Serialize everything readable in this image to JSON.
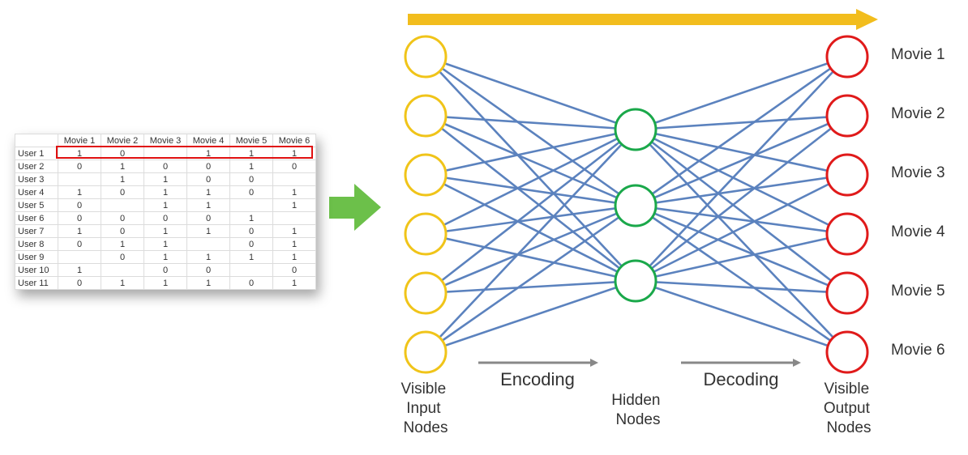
{
  "table": {
    "columns": [
      "Movie 1",
      "Movie 2",
      "Movie 3",
      "Movie 4",
      "Movie 5",
      "Movie 6"
    ],
    "rows": [
      {
        "label": "User 1",
        "values": [
          "1",
          "0",
          "",
          "1",
          "1",
          "1"
        ]
      },
      {
        "label": "User 2",
        "values": [
          "0",
          "1",
          "0",
          "0",
          "1",
          "0"
        ]
      },
      {
        "label": "User 3",
        "values": [
          "",
          "1",
          "1",
          "0",
          "0",
          ""
        ]
      },
      {
        "label": "User 4",
        "values": [
          "1",
          "0",
          "1",
          "1",
          "0",
          "1"
        ]
      },
      {
        "label": "User 5",
        "values": [
          "0",
          "",
          "1",
          "1",
          "",
          "1"
        ]
      },
      {
        "label": "User 6",
        "values": [
          "0",
          "0",
          "0",
          "0",
          "1",
          ""
        ]
      },
      {
        "label": "User 7",
        "values": [
          "1",
          "0",
          "1",
          "1",
          "0",
          "1"
        ]
      },
      {
        "label": "User 8",
        "values": [
          "0",
          "1",
          "1",
          "",
          "0",
          "1"
        ]
      },
      {
        "label": "User 9",
        "values": [
          "",
          "0",
          "1",
          "1",
          "1",
          "1"
        ]
      },
      {
        "label": "User 10",
        "values": [
          "1",
          "",
          "0",
          "0",
          "",
          "0"
        ]
      },
      {
        "label": "User 11",
        "values": [
          "0",
          "1",
          "1",
          "1",
          "0",
          "1"
        ]
      }
    ]
  },
  "network": {
    "input_label": [
      "Visible",
      "Input",
      "Nodes"
    ],
    "hidden_label": [
      "Hidden",
      "Nodes"
    ],
    "output_label": [
      "Visible",
      "Output",
      "Nodes"
    ],
    "encoding_label": "Encoding",
    "decoding_label": "Decoding",
    "movie_labels": [
      "Movie 1",
      "Movie 2",
      "Movie 3",
      "Movie 4",
      "Movie 5",
      "Movie 6"
    ],
    "input_node_count": 6,
    "hidden_node_count": 3,
    "output_node_count": 6
  },
  "colors": {
    "input_node": "#f0c419",
    "hidden_node": "#1aa84a",
    "output_node": "#e01a1a",
    "edge": "#5b82be",
    "top_arrow": "#f2bd1d",
    "green_arrow": "#6cc04a",
    "small_arrow": "#888888",
    "highlight": "#e01010"
  }
}
